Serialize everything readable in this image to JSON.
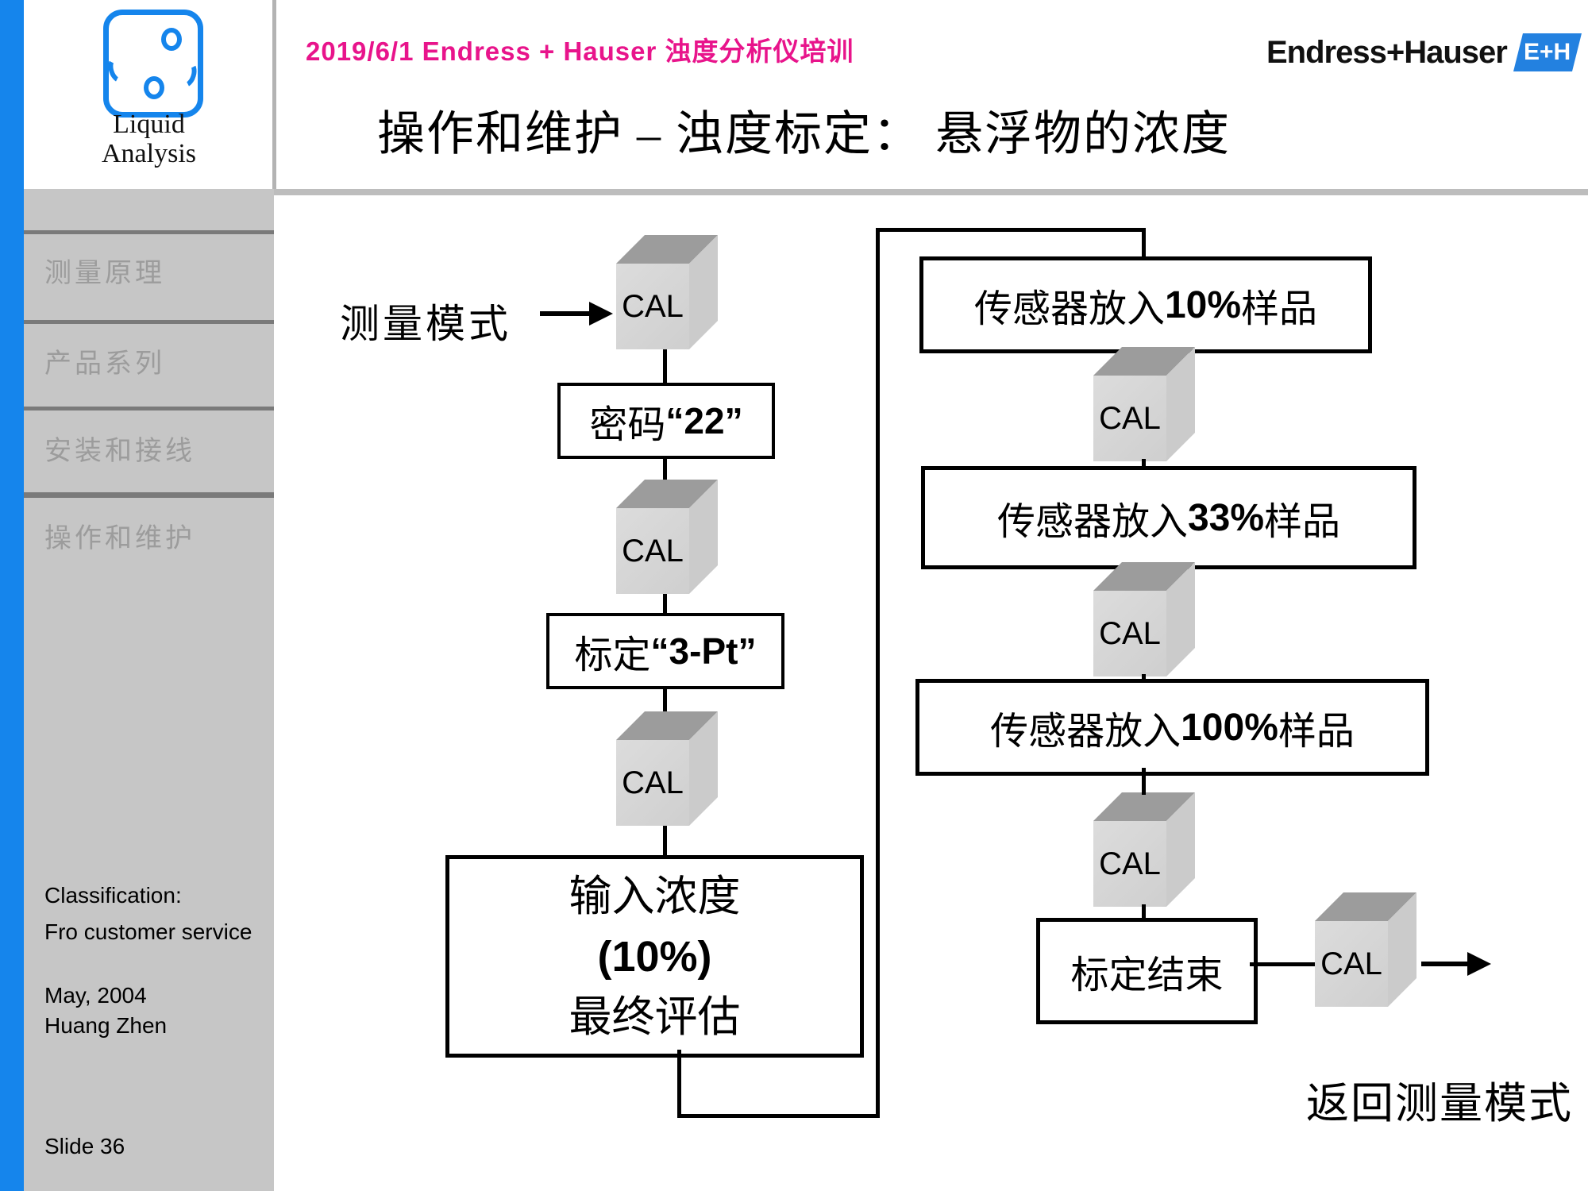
{
  "slide": {
    "header": {
      "date_line": "2019/6/1   Endress + Hauser  浊度分析仪培训",
      "title": "操作和维护 – 浊度标定： 悬浮物的浓度"
    },
    "brand": {
      "corner_logo_line1": "Liquid",
      "corner_logo_line2": "Analysis",
      "company_name": "Endress+Hauser",
      "company_badge": "E+H"
    },
    "sidebar": {
      "items": [
        {
          "label": "测量原理"
        },
        {
          "label": "产品系列"
        },
        {
          "label": "安装和接线"
        },
        {
          "label": "操作和维护"
        }
      ],
      "classification_label": "Classification:",
      "classification_value": "Fro customer service",
      "date": "May, 2004",
      "author": "Huang Zhen",
      "slide_number": "Slide 36"
    },
    "flow": {
      "measure_mode_label": "测量模式",
      "cal_label": "CAL",
      "password_box": {
        "pre": "密码 ",
        "num": "“22”",
        "suf": ""
      },
      "threept_box": {
        "pre": "标定",
        "num": "“3-Pt”",
        "suf": ""
      },
      "sample10_box": {
        "pre": "传感器放入 ",
        "num": "10%",
        "suf": "样品"
      },
      "sample33_box": {
        "pre": "传感器放入 ",
        "num": "33%",
        "suf": "样品"
      },
      "sample100_box": {
        "pre": "传感器放入 ",
        "num": "100%",
        "suf": "样品"
      },
      "input_box": {
        "line1": "输入浓度",
        "line2": "(10%)",
        "line3": "最终评估"
      },
      "end_box_label": "标定结束",
      "return_label": "返回测量模式"
    },
    "colors": {
      "accent_pink": "#e8148b",
      "brand_blue": "#1585ec",
      "badge_blue": "#2381e0",
      "sidebar_gray": "#c6c6c6"
    }
  }
}
